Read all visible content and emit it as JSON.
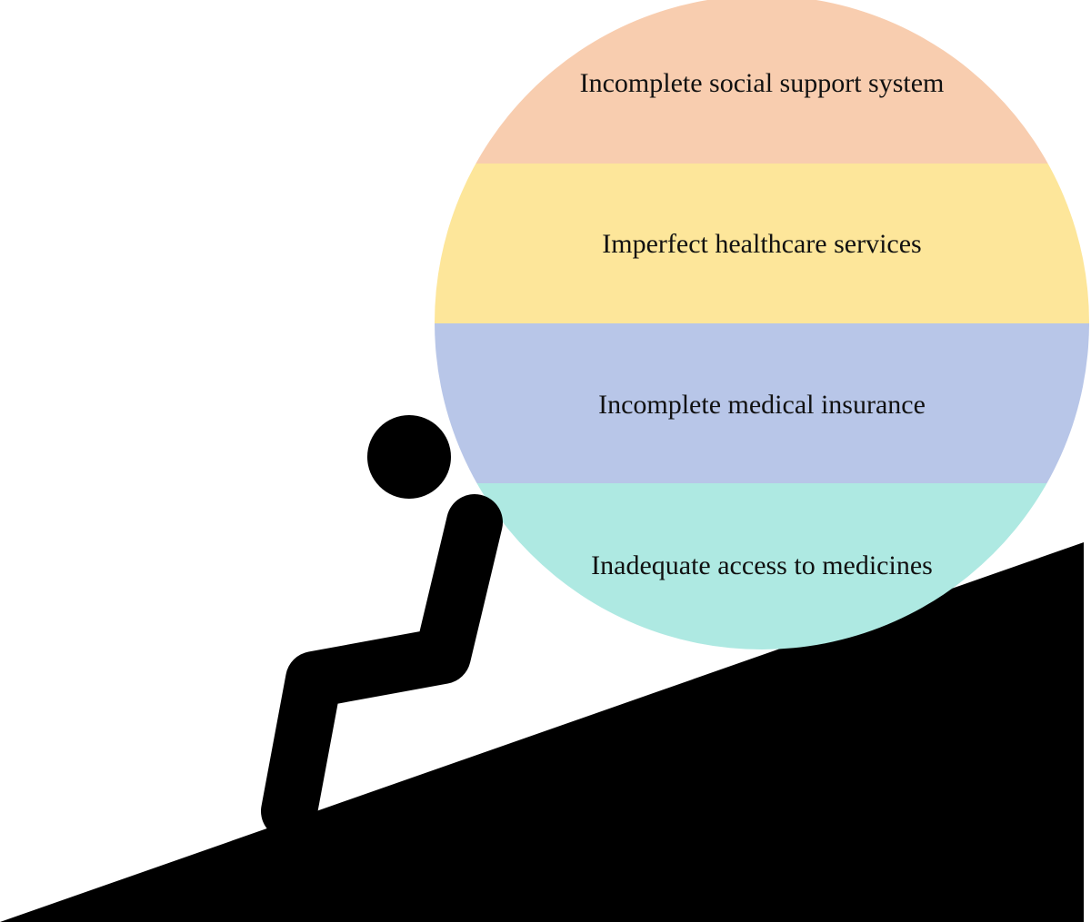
{
  "diagram": {
    "layers": [
      {
        "label": "Incomplete social support system",
        "color": "#f8cdaf"
      },
      {
        "label": "Imperfect healthcare services",
        "color": "#fde69a"
      },
      {
        "label": "Incomplete medical insurance",
        "color": "#b8c6e8"
      },
      {
        "label": "Inadequate access to medicines",
        "color": "#aee9e2"
      }
    ],
    "figure_color": "#000000",
    "hill_color": "#000000"
  }
}
